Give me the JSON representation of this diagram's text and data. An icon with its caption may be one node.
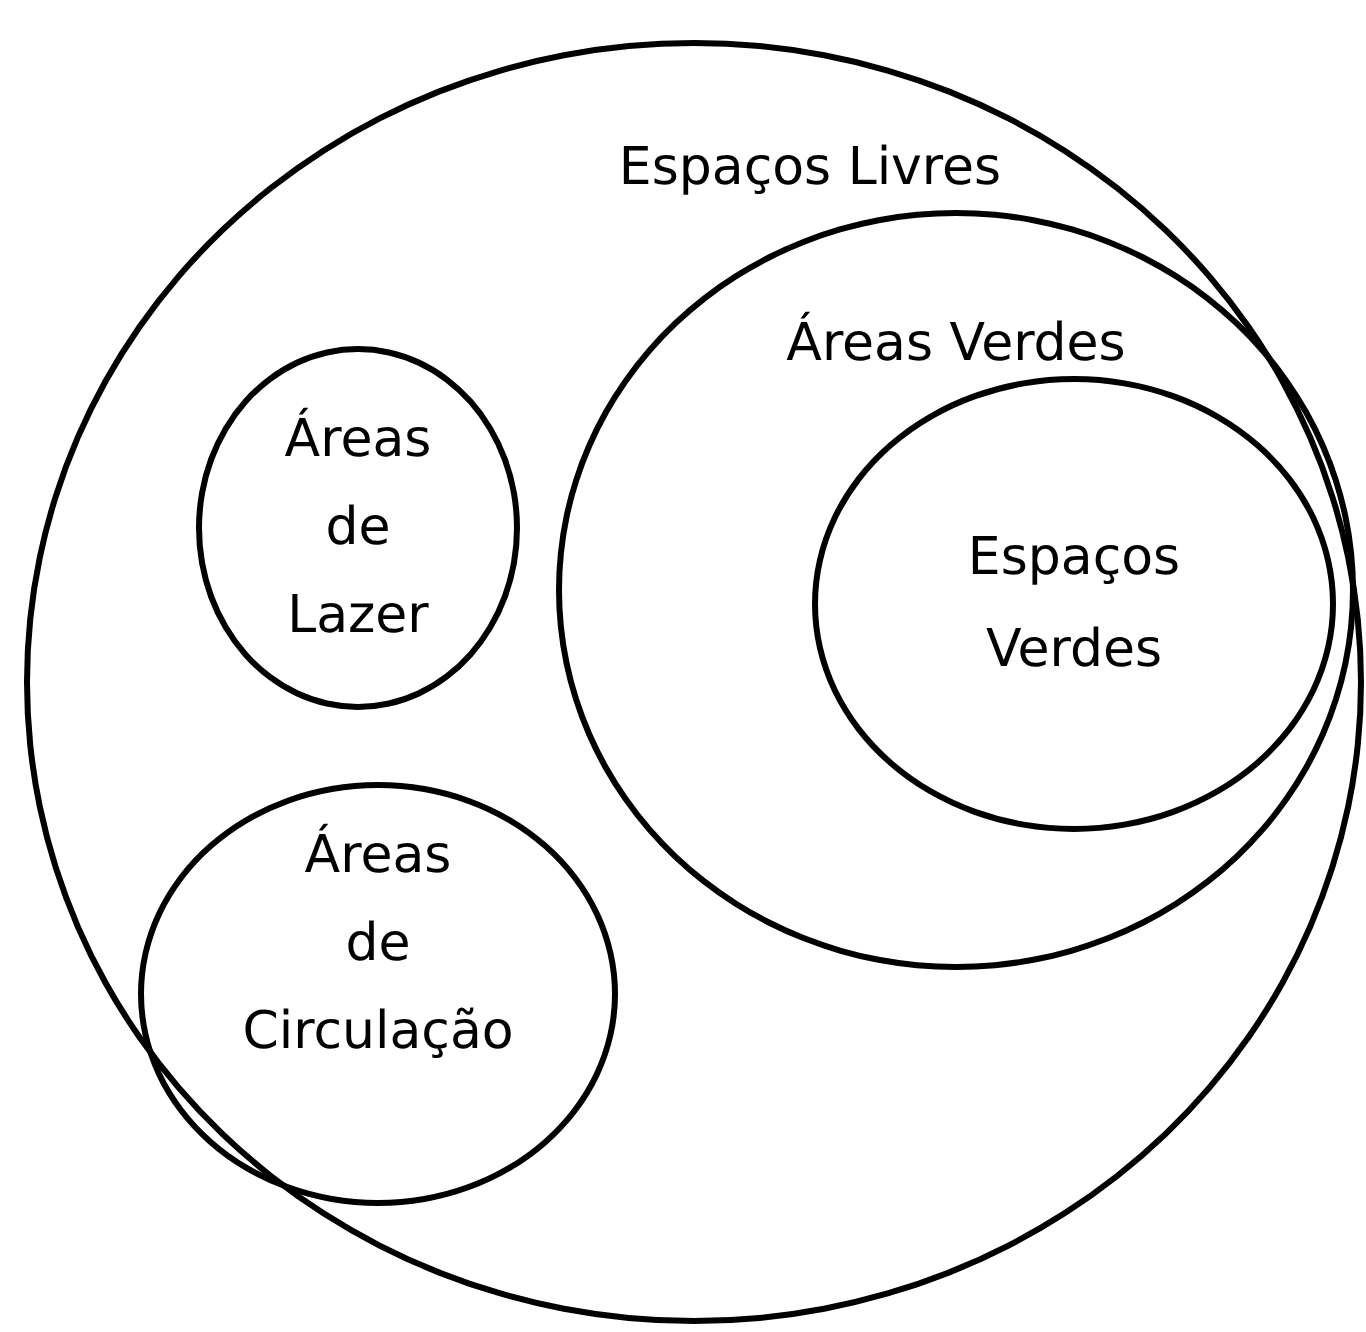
{
  "diagram": {
    "nodes": [
      {
        "text": [
          "Espaços Livres"
        ]
      },
      {
        "text": [
          "Áreas de Lazer"
        ],
        "in": 0
      },
      {
        "text": [
          "Áreas de Circulação"
        ],
        "in": 0
      },
      {
        "text": [
          "Áreas Verdes"
        ],
        "in": 0
      },
      {
        "text": [
          "Espaços Verdes"
        ],
        "in": 3
      }
    ]
  }
}
